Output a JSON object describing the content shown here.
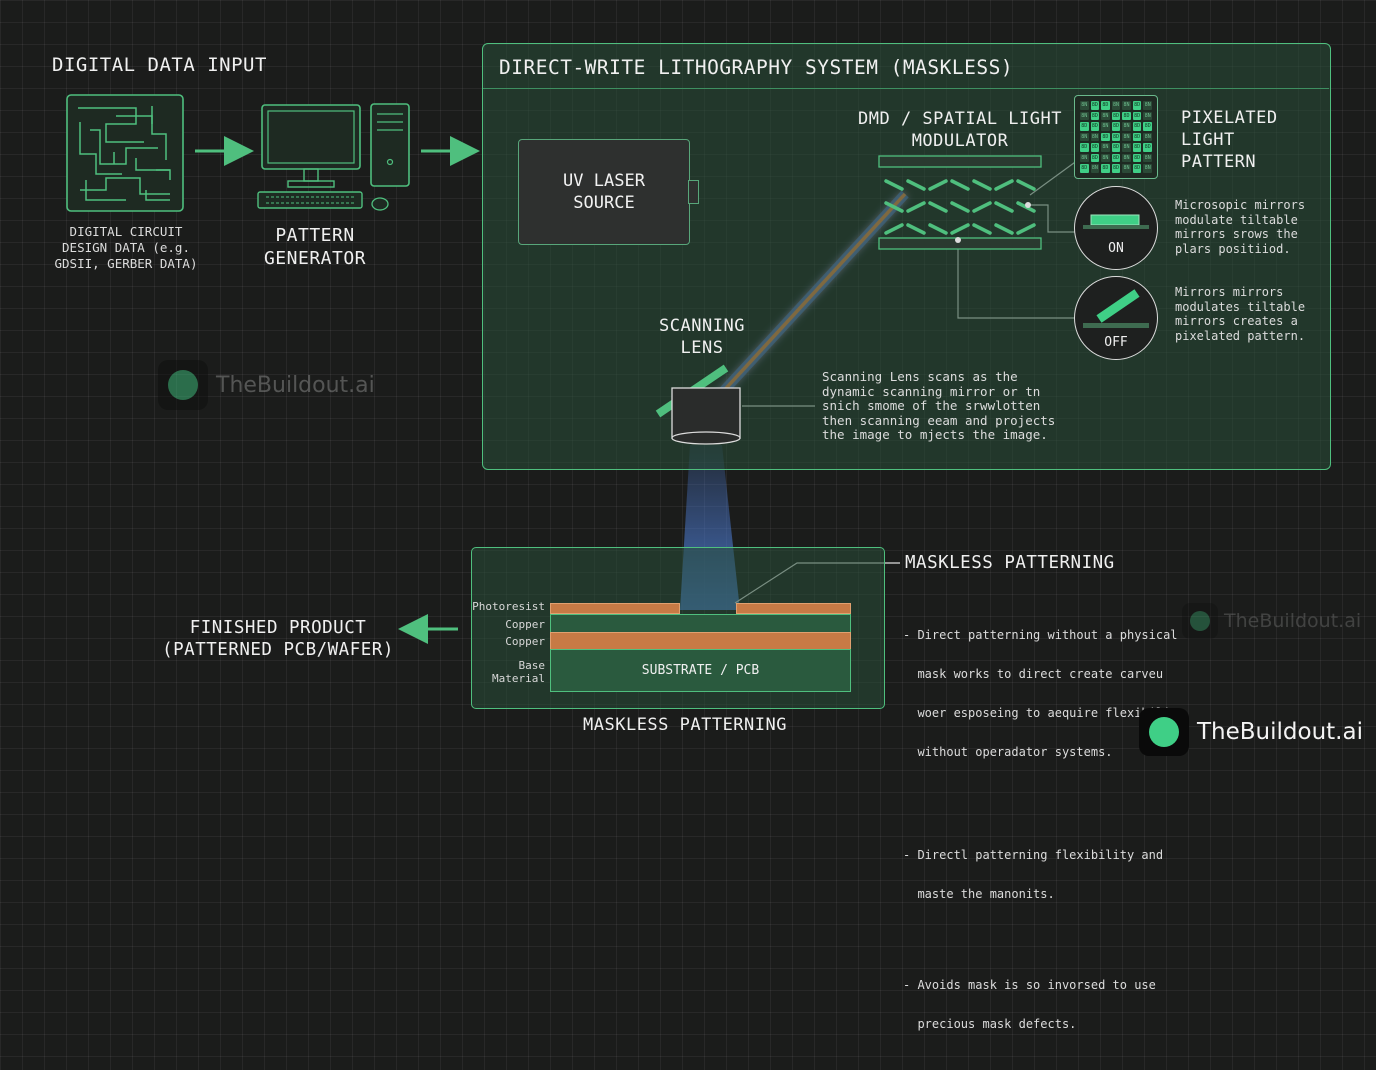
{
  "colors": {
    "accent": "#4fbf7e",
    "beam_orange": "#e8894a",
    "beam_blue": "#4d7dd6",
    "copper": "#c77a45",
    "logo_green": "#3fcf86"
  },
  "input": {
    "title": "DIGITAL DATA INPUT",
    "circuit_caption": [
      "DIGITAL CIRCUIT",
      "DESIGN DATA (e.g.",
      "GDSII, GERBER DATA)"
    ],
    "generator_label": [
      "PATTERN",
      "GENERATOR"
    ]
  },
  "system": {
    "title": "DIRECT-WRITE LITHOGRAPHY SYSTEM (MASKLESS)",
    "laser": [
      "UV LASER",
      "SOURCE"
    ],
    "dmd_label": [
      "DMD / SPATIAL LIGHT",
      "MODULATOR"
    ],
    "pixel_label": [
      "PIXELATED",
      "LIGHT",
      "PATTERN"
    ],
    "pixel_codes": [
      "8N",
      "8D",
      "8D",
      "8N",
      "8N",
      "8D",
      "8N",
      "8N",
      "8D",
      "8N",
      "8D",
      "8D",
      "8D",
      "8N",
      "8D",
      "8D",
      "8N",
      "8D",
      "8N",
      "8D",
      "8D",
      "8N",
      "8N",
      "8D",
      "8D",
      "8N",
      "8D",
      "8N",
      "8D",
      "8D",
      "8N",
      "8D",
      "8N",
      "8D",
      "8D",
      "8N",
      "8D",
      "8N",
      "8D",
      "8N",
      "8D",
      "8N",
      "8D",
      "8N",
      "8D",
      "8D",
      "8N",
      "8D",
      "8N"
    ],
    "on_label": "ON",
    "off_label": "OFF",
    "on_desc": [
      "Microsopic mirrors",
      "modulate tiltable",
      "mirrors srows the",
      "plars positiiod."
    ],
    "off_desc": [
      "Mirrors mirrors",
      "modulates tiltable",
      "mirrors creates a",
      "pixelated pattern."
    ],
    "lens_label": [
      "SCANNING",
      "LENS"
    ],
    "lens_desc": [
      "Scanning Lens scans as the",
      "dynamic scanning mirror or tn",
      "snich smome of the srwwlotten",
      "then scanning eeam and projects",
      "the image to mjects the image."
    ]
  },
  "output": {
    "finished": [
      "FINISHED PRODUCT",
      "(PATTERNED PCB/WAFER)"
    ],
    "bottom_title": "MASKLESS PATTERNING",
    "layers": {
      "photoresist": "Photoresist",
      "copper1": "Copper",
      "copper2": "Copper",
      "base": [
        "Base",
        "Material"
      ],
      "substrate": "SUBSTRATE / PCB"
    },
    "patterning_title": "MASKLESS PATTERNING",
    "bullets": [
      [
        "- Direct patterning without a physical",
        "  mask works to direct create carveu",
        "  woer esposeing to aequire flexibility",
        "  without operadator systems."
      ],
      [
        "- Directl patterning flexibility and",
        "  maste the manonits."
      ],
      [
        "- Avoids mask is so invorsed to use",
        "  precious mask defects."
      ]
    ]
  },
  "watermarks": {
    "main": "TheBuildout.ai",
    "faded_left": "TheBuildout.ai",
    "faded_right": "TheBuildout.ai"
  }
}
